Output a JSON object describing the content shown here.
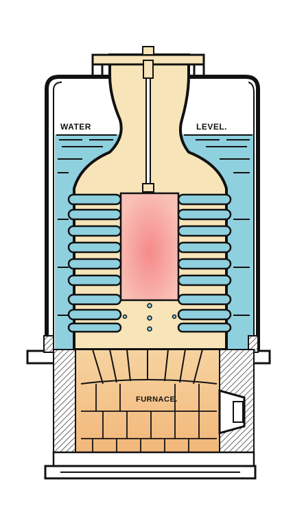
{
  "labels": {
    "water": "WATER",
    "level": "LEVEL.",
    "furnace": "FURNACE."
  },
  "colors": {
    "water": "#8fd0df",
    "steam": "#f7e4b8",
    "hot_core": "#f4a3a3",
    "furnace_brick": "#f3c98c",
    "outline": "#111111"
  },
  "tubes": {
    "left_count": 9,
    "right_count": 9
  }
}
